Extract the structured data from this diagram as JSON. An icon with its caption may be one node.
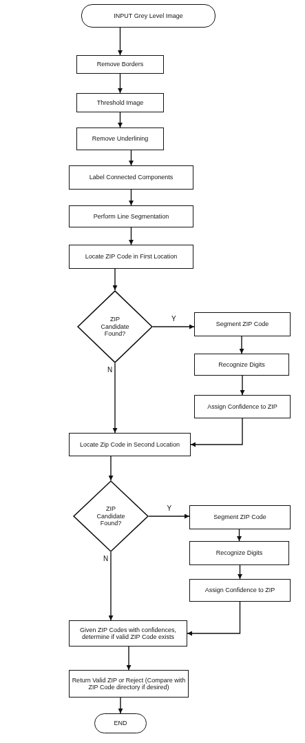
{
  "diagram": {
    "nodes": [
      {
        "text": [
          "INPUT Grey Level Image"
        ]
      },
      {
        "text": [
          "Remove Borders"
        ]
      },
      {
        "text": [
          "Threshold Image"
        ]
      },
      {
        "text": [
          "Remove Underlining"
        ]
      },
      {
        "text": [
          "Label Connected Components"
        ]
      },
      {
        "text": [
          "Perform Line Segmentation"
        ]
      },
      {
        "text": [
          "Locate ZIP Code in First Location"
        ]
      },
      {
        "text": [
          "ZIP Candidate Found?"
        ]
      },
      {
        "text": [
          "Segment ZIP Code"
        ]
      },
      {
        "text": [
          "Recognize Digits"
        ]
      },
      {
        "text": [
          "Assign Confidence to ZIP"
        ]
      },
      {
        "text": [
          "Locate Zip Code in Second Location"
        ]
      },
      {
        "text": [
          "ZIP Candidate Found?"
        ]
      },
      {
        "text": [
          "Segment ZIP Code"
        ]
      },
      {
        "text": [
          "Recognize Digits"
        ]
      },
      {
        "text": [
          "Assign Confidence to ZIP"
        ]
      },
      {
        "text": [
          "Given ZIP Codes with confidences, determine if valid ZIP Code exists"
        ]
      },
      {
        "text": [
          "Return Valid ZIP or Reject (Compare with ZIP Code directory if desired)"
        ]
      },
      {
        "text": [
          "END"
        ]
      }
    ],
    "edges": [
      {
        "from": 0,
        "to": 1,
        "arrow": "to"
      },
      {
        "from": 1,
        "to": 2,
        "arrow": "to"
      },
      {
        "from": 2,
        "to": 3,
        "arrow": "to"
      },
      {
        "from": 3,
        "to": 4,
        "arrow": "to"
      },
      {
        "from": 4,
        "to": 5,
        "arrow": "to"
      },
      {
        "from": 5,
        "to": 6,
        "arrow": "to"
      },
      {
        "from": 6,
        "to": 7,
        "arrow": "to"
      },
      {
        "from": 7,
        "to": 8,
        "arrow": "to",
        "label": "Y"
      },
      {
        "from": 7,
        "to": 11,
        "arrow": "to",
        "label": "N"
      },
      {
        "from": 8,
        "to": 9,
        "arrow": "to"
      },
      {
        "from": 9,
        "to": 10,
        "arrow": "to"
      },
      {
        "from": 10,
        "to": 11,
        "arrow": "to"
      },
      {
        "from": 11,
        "to": 12,
        "arrow": "to"
      },
      {
        "from": 12,
        "to": 13,
        "arrow": "to",
        "label": "Y"
      },
      {
        "from": 12,
        "to": 16,
        "arrow": "to",
        "label": "N"
      },
      {
        "from": 13,
        "to": 14,
        "arrow": "to"
      },
      {
        "from": 14,
        "to": 15,
        "arrow": "to"
      },
      {
        "from": 15,
        "to": 16,
        "arrow": "to"
      },
      {
        "from": 16,
        "to": 17,
        "arrow": "to"
      },
      {
        "from": 17,
        "to": 18,
        "arrow": "to"
      }
    ]
  }
}
